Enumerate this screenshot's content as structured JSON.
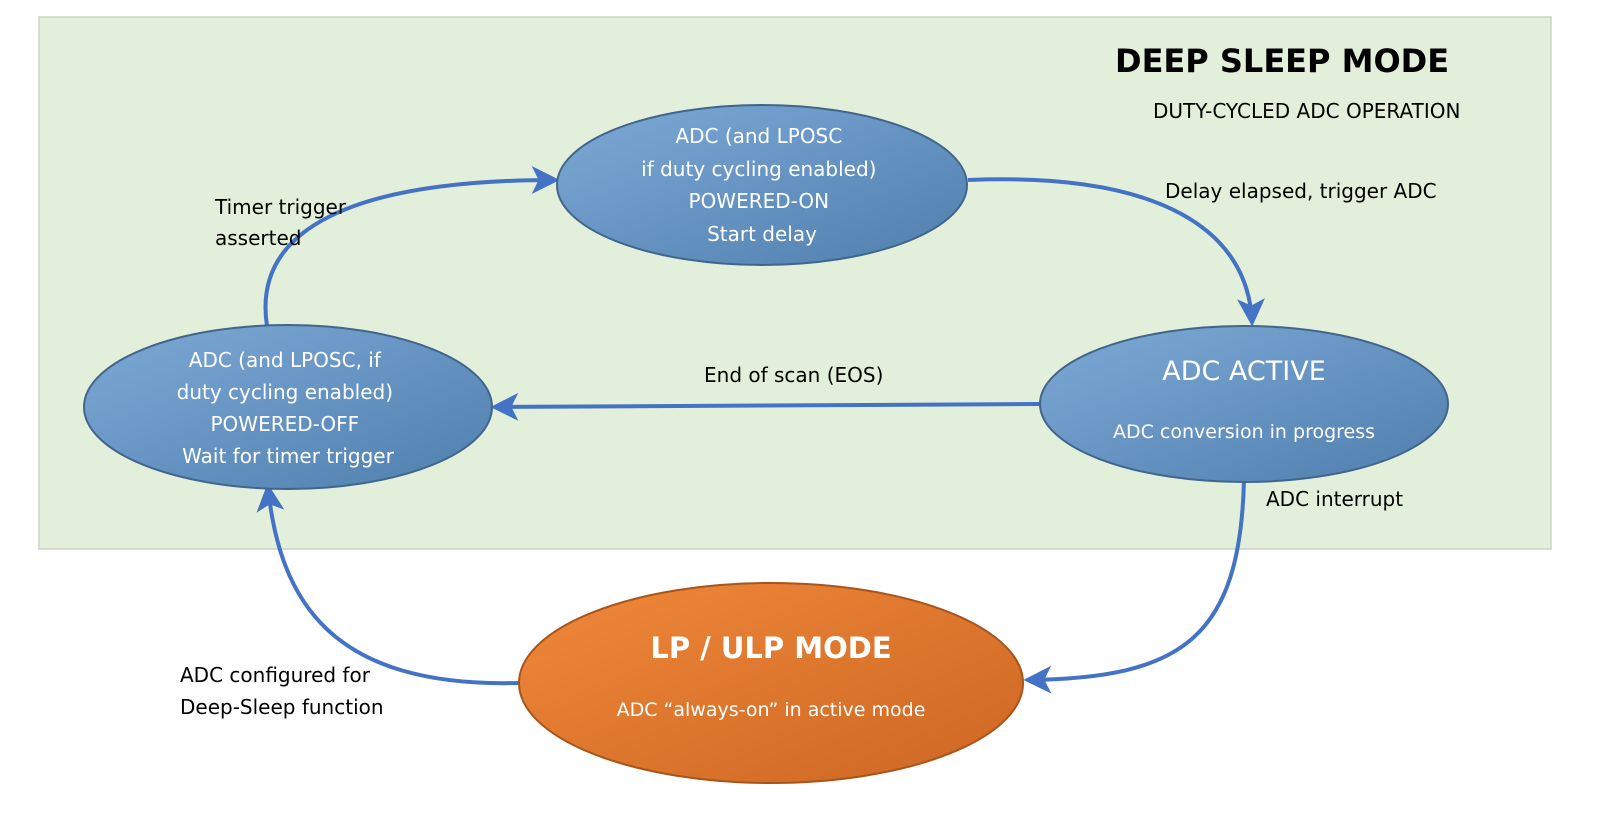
{
  "region": {
    "title": "DEEP SLEEP MODE",
    "subtitle": "DUTY-CYCLED ADC OPERATION",
    "fill_color": "#e2efda",
    "border_color": "#c9d6c0"
  },
  "colors": {
    "blue_state_fill_light": "#7ea9d6",
    "blue_state_fill_dark": "#4f7fae",
    "blue_state_border": "#41658c",
    "orange_state_fill_light": "#f0893a",
    "orange_state_fill_dark": "#cc6622",
    "orange_state_border": "#a8541a",
    "arrow_color": "#4472c4"
  },
  "states": {
    "powered_on": {
      "lines": [
        "ADC (and LPOSC",
        "if duty cycling enabled)",
        "POWERED-ON",
        "Start delay"
      ]
    },
    "adc_active": {
      "title": "ADC ACTIVE",
      "subtitle": "ADC conversion in progress"
    },
    "powered_off": {
      "lines": [
        "ADC (and LPOSC, if",
        "duty cycling enabled)",
        "POWERED-OFF",
        "Wait for timer trigger"
      ]
    },
    "lp_ulp": {
      "title": "LP / ULP MODE",
      "subtitle": "ADC “always-on” in active mode"
    }
  },
  "transitions": {
    "timer_trigger": [
      "Timer trigger",
      "asserted"
    ],
    "delay_elapsed": "Delay elapsed, trigger ADC",
    "end_of_scan": "End of scan (EOS)",
    "adc_interrupt": "ADC interrupt",
    "adc_configured": [
      "ADC configured for",
      "Deep-Sleep function"
    ]
  }
}
